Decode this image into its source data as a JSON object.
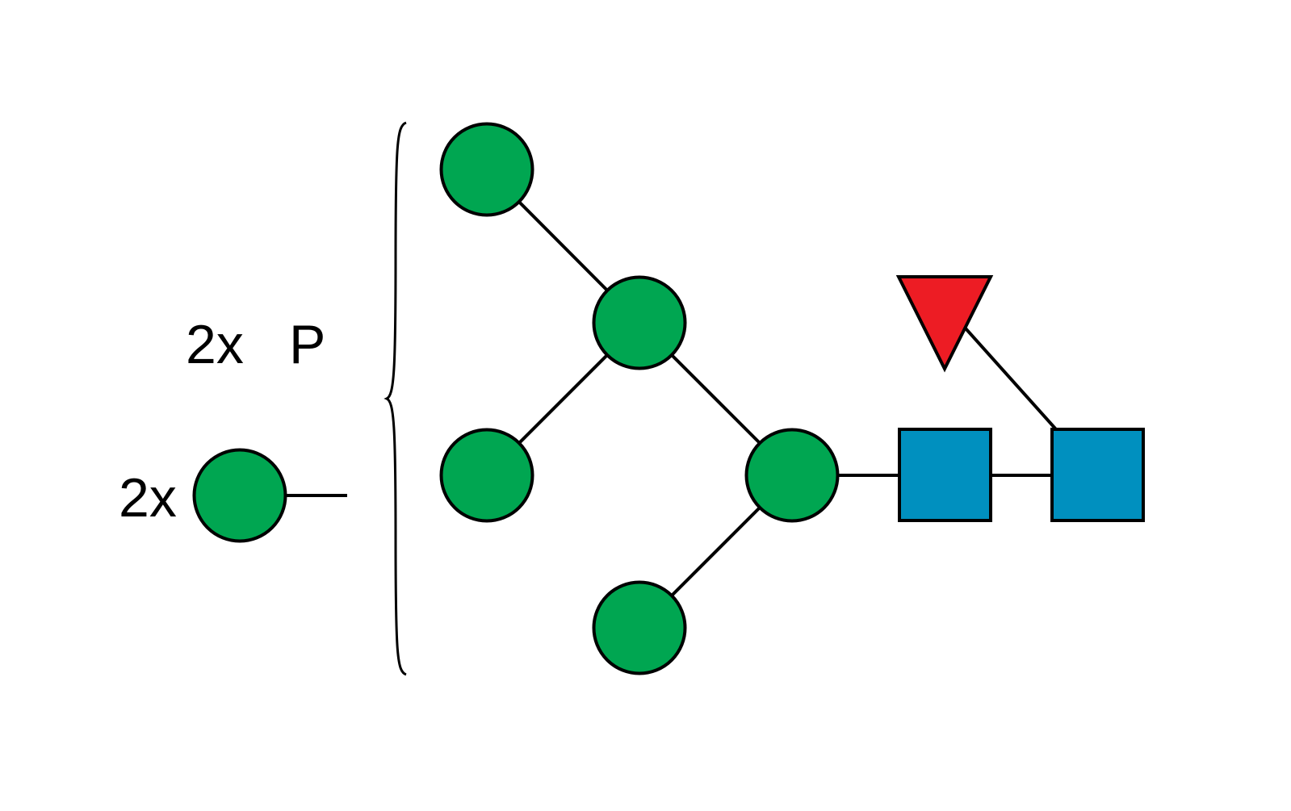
{
  "labels": {
    "phosphate_count": "2x",
    "phosphate_symbol": "P",
    "hexose_count": "2x"
  },
  "colors": {
    "mannose": "#00a651",
    "glcnac": "#0090bf",
    "fucose": "#ed1c24",
    "outline": "#000000",
    "background": "#ffffff"
  },
  "symbols": {
    "mannose": "green-circle-icon",
    "glcnac": "blue-square-icon",
    "fucose": "red-triangle-icon"
  }
}
